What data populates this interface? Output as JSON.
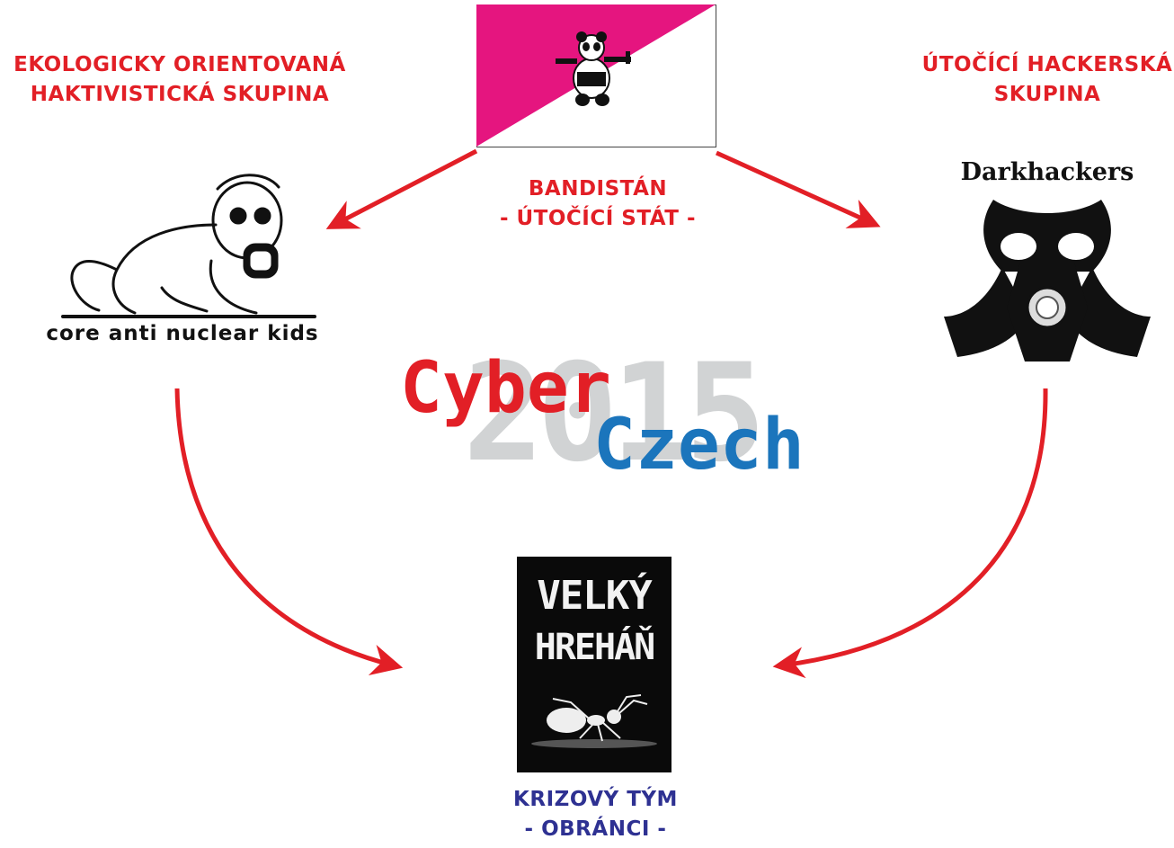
{
  "nodes": {
    "top_center": {
      "lines": [
        "BANDISTÁN",
        "- ÚTOČÍCÍ STÁT -"
      ]
    },
    "top_left": {
      "heading_lines": [
        "EKOLOGICKY ORIENTOVANÁ",
        "HAKTIVISTICKÁ SKUPINA"
      ],
      "logo_caption": "core anti nuclear kids"
    },
    "top_right": {
      "heading_lines": [
        "ÚTOČÍCÍ HACKERSKÁ",
        "SKUPINA"
      ],
      "logo_caption": "Darkhackers"
    },
    "bottom": {
      "poster_lines": [
        "VELKÝ",
        "HREHÁŇ"
      ],
      "lines": [
        "KRIZOVÝ TÝM",
        "- OBRÁNCI -"
      ]
    }
  },
  "center_logo": {
    "word1": "Cyber",
    "word2": "Czech",
    "year": "2015"
  },
  "icons": {
    "flag": "panda-flag-icon",
    "baby": "gas-mask-baby-icon",
    "skull": "gas-mask-skull-icon",
    "ant": "ant-icon"
  },
  "colors": {
    "arrow": "#e21f26",
    "attacker_text": "#e21f26",
    "defender_text": "#2e3192",
    "flag_magenta": "#e5157f",
    "cyber_red": "#e21f26",
    "czech_blue": "#1b75bc",
    "year_gray": "#d1d3d4"
  }
}
